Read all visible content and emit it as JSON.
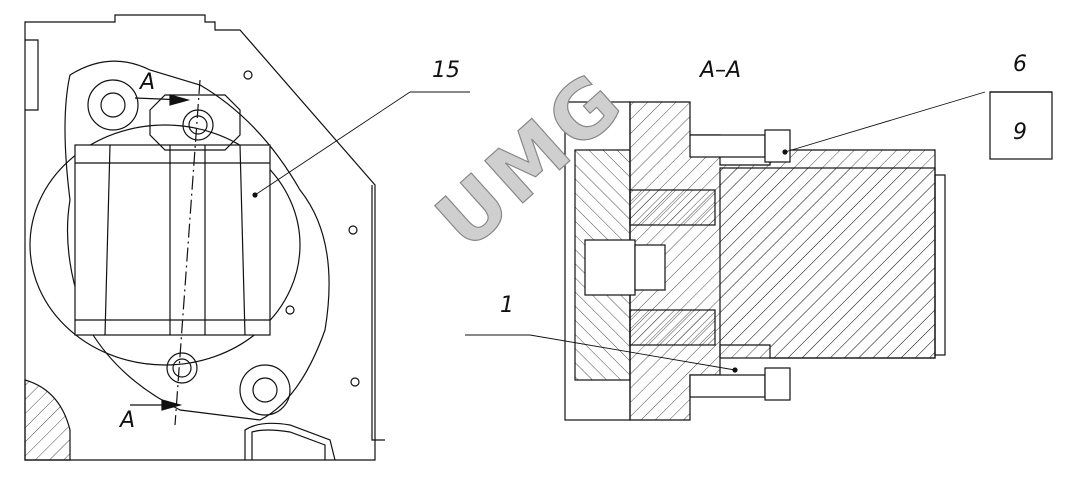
{
  "labels": {
    "callout_15": "15",
    "section_title": "A–A",
    "callout_6": "6",
    "callout_9": "9",
    "callout_1": "1",
    "section_mark_top": "A",
    "section_mark_bottom": "A"
  },
  "watermark": "UMG"
}
